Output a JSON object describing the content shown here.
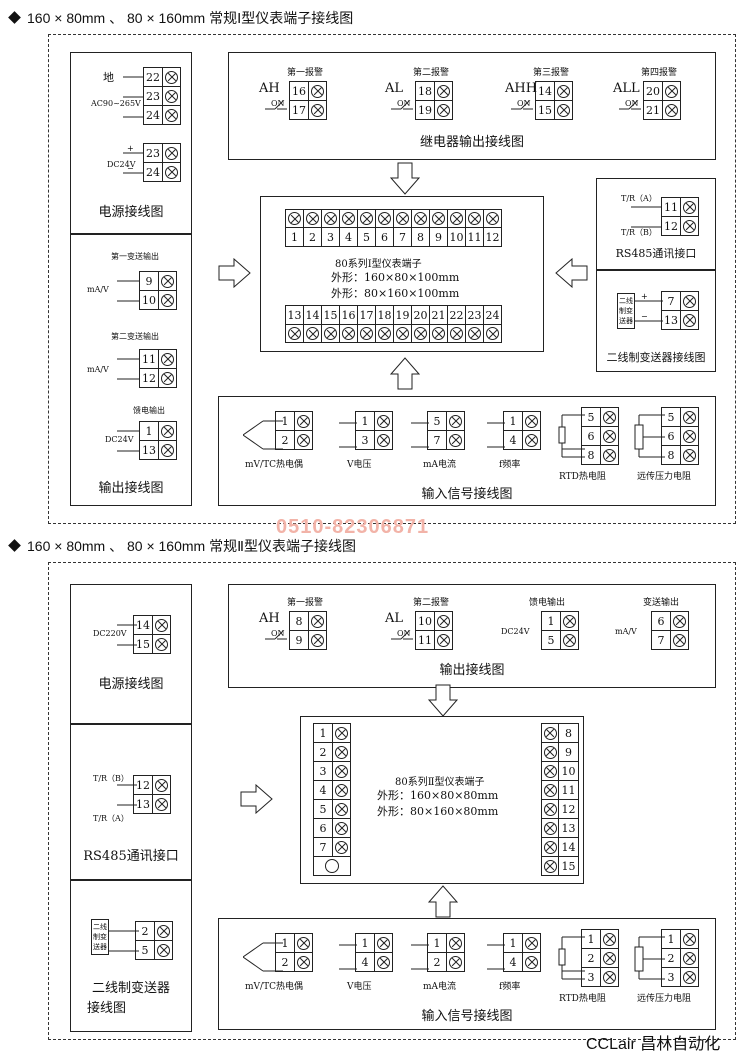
{
  "section1": {
    "title": "160 × 80mm 、 80 × 160mm 常规Ⅰ型仪表端子接线图",
    "power": {
      "caption": "电源接线图",
      "ground_label": "地",
      "ac_label": "AC90~265V",
      "dc_label": "DC24V",
      "ac_terminals": [
        "22",
        "23",
        "24"
      ],
      "dc_terminals": [
        "23",
        "24"
      ]
    },
    "relay": {
      "caption": "继电器输出接线图",
      "on_label": "ON",
      "groups": [
        {
          "code": "AH",
          "name": "第一报警",
          "terminals": [
            "16",
            "17"
          ]
        },
        {
          "code": "AL",
          "name": "第二报警",
          "terminals": [
            "18",
            "19"
          ]
        },
        {
          "code": "AHH",
          "name": "第三报警",
          "terminals": [
            "14",
            "15"
          ]
        },
        {
          "code": "ALL",
          "name": "第四报警",
          "terminals": [
            "20",
            "21"
          ]
        }
      ]
    },
    "center": {
      "top_terminals": [
        "1",
        "2",
        "3",
        "4",
        "5",
        "6",
        "7",
        "8",
        "9",
        "10",
        "11",
        "12"
      ],
      "bottom_terminals": [
        "13",
        "14",
        "15",
        "16",
        "17",
        "18",
        "19",
        "20",
        "21",
        "22",
        "23",
        "24"
      ],
      "series": "80系列Ⅰ型仪表端子",
      "dim1": "外形：160×80×100mm",
      "dim2": "外形：80×160×100mm"
    },
    "rs485": {
      "caption": "RS485通讯接口",
      "label_a": "T/R（A）",
      "label_b": "T/R（B）",
      "terminals": [
        "11",
        "12"
      ]
    },
    "transmitter": {
      "caption": "二线制变送器接线图",
      "box_label": "二线制变送器",
      "terminals": [
        "7",
        "13"
      ]
    },
    "output": {
      "caption": "输出接线图",
      "unit": "mA/V",
      "dc_label": "DC24V",
      "groups": [
        {
          "name": "第一变送输出",
          "terminals": [
            "9",
            "10"
          ]
        },
        {
          "name": "第二变送输出",
          "terminals": [
            "11",
            "12"
          ]
        },
        {
          "name": "馈电输出",
          "terminals": [
            "1",
            "13"
          ]
        }
      ]
    },
    "input": {
      "caption": "输入信号接线图",
      "groups": [
        {
          "name": "mV/TC热电偶",
          "terminals": [
            "1",
            "2"
          ]
        },
        {
          "name": "V电压",
          "terminals": [
            "1",
            "3"
          ]
        },
        {
          "name": "mA电流",
          "terminals": [
            "5",
            "7"
          ]
        },
        {
          "name": "f频率",
          "terminals": [
            "1",
            "4"
          ]
        },
        {
          "name": "RTD热电阻",
          "terminals": [
            "5",
            "6",
            "8"
          ]
        },
        {
          "name": "远传压力电阻",
          "terminals": [
            "5",
            "6",
            "8"
          ]
        }
      ]
    }
  },
  "watermark_phone": "0510-82306871",
  "section2": {
    "title": "160 × 80mm 、 80 × 160mm 常规Ⅱ型仪表端子接线图",
    "power": {
      "caption": "电源接线图",
      "label": "DC220V",
      "terminals": [
        "14",
        "15"
      ]
    },
    "rs485": {
      "caption": "RS485通讯接口",
      "label_b": "T/R（B）",
      "label_a": "T/R（A）",
      "terminals": [
        "12",
        "13"
      ]
    },
    "transmitter": {
      "caption_line1": "二线制变送器",
      "caption_line2": "接线图",
      "box_label": "二线制变送器",
      "terminals": [
        "2",
        "5"
      ]
    },
    "output": {
      "caption": "输出接线图",
      "on_label": "ON",
      "groups": [
        {
          "code": "AH",
          "name": "第一报警",
          "terminals": [
            "8",
            "9"
          ]
        },
        {
          "code": "AL",
          "name": "第二报警",
          "terminals": [
            "10",
            "11"
          ]
        },
        {
          "name": "馈电输出",
          "side": "DC24V",
          "terminals": [
            "1",
            "5"
          ]
        },
        {
          "name": "变送输出",
          "side": "mA/V",
          "terminals": [
            "6",
            "7"
          ]
        }
      ]
    },
    "center": {
      "left_terminals": [
        "1",
        "2",
        "3",
        "4",
        "5",
        "6",
        "7"
      ],
      "right_terminals": [
        "8",
        "9",
        "10",
        "11",
        "12",
        "13",
        "14",
        "15"
      ],
      "series": "80系列Ⅱ型仪表端子",
      "dim1": "外形：160×80×80mm",
      "dim2": "外形：80×160×80mm"
    },
    "input": {
      "caption": "输入信号接线图",
      "groups": [
        {
          "name": "mV/TC热电偶",
          "terminals": [
            "1",
            "2"
          ]
        },
        {
          "name": "V电压",
          "terminals": [
            "1",
            "4"
          ]
        },
        {
          "name": "mA电流",
          "terminals": [
            "1",
            "2"
          ]
        },
        {
          "name": "f频率",
          "terminals": [
            "1",
            "4"
          ]
        },
        {
          "name": "RTD热电阻",
          "terminals": [
            "1",
            "2",
            "3"
          ]
        },
        {
          "name": "远传压力电阻",
          "terminals": [
            "1",
            "2",
            "3"
          ]
        }
      ]
    }
  },
  "brand": "CCLair 昌林自动化"
}
